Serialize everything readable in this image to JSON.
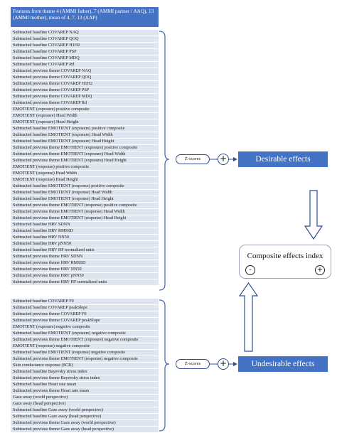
{
  "header": {
    "text": "Features from theme 4 (AMMI father), 7 (AMMI partner / AAQ), 13 (AMMI mother), mean of 4, 7, 13 (AAP)"
  },
  "desirable_features": [
    "Subtracted baseline COVAREP NAQ",
    "Subtracted baseline COVAREP QOQ",
    "Subtracted baseline COVAREP H1H2",
    "Subtracted baseline COVAREP PSP",
    "Subtracted baseline COVAREP MDQ",
    "Subtracted baseline COVAREP Rd",
    "Subtracted previous theme COVAREP NAQ",
    "Subtracted previous theme COVAREP QOQ",
    "Subtracted previous theme COVAREP H1H2",
    "Subtracted previous theme COVAREP PSP",
    "Subtracted previous theme COVAREP MDQ",
    "Subtracted previous theme COVAREP Rd",
    "EMOTIENT (exposure) positive composite",
    "EMOTIENT (exposure) Head Width",
    "EMOTIENT (exposure) Head Height",
    "Subtracted baseline EMOTIENT (exposure) positive composite",
    "Subtracted baseline EMOTIENT (exposure) Head Width",
    "Subtracted baseline EMOTIENT (exposure) Head Height",
    "Subtracted previous theme EMOTIENT (exposure) positive composite",
    "Subtracted previous theme EMOTIENT (exposure) Head Width",
    "Subtracted previous theme EMOTIENT (exposure) Head Height",
    "EMOTIENT (response) positive composite",
    "EMOTIENT (response) Head Width",
    "EMOTIENT (response) Head Height",
    "Subtracted baseline EMOTIENT (response) positive composite",
    "Subtracted baseline EMOTIENT (response) Head Width",
    "Subtracted baseline EMOTIENT (response) Head Height",
    "Subtracted previous theme EMOTIENT (response) positive composite",
    "Subtracted previous theme EMOTIENT (response) Head Width",
    "Subtracted previous theme EMOTIENT (response) Head Height",
    "Subtracted baseline HRV SDNN",
    "Subtracted baseline HRV RMSSD",
    "Subtracted baseline HRV NN50",
    "Subtracted baseline HRV pNN50",
    "Subtracted baseline HRV HF normalized units",
    "Subtracted previous theme HRV SDNN",
    "Subtracted previous theme HRV RMSSD",
    "Subtracted previous theme HRV NN50",
    "Subtracted previous theme HRV pNN50",
    "Subtracted previous theme HRV HF normalized units"
  ],
  "undesirable_features": [
    "Subtracted baseline COVAREP F0",
    "Subtracted baseline COVAREP peakSlope",
    "Subtracted previous theme COVAREP F0",
    "Subtracted previous theme COVAREP peakSlope",
    "EMOTIENT (exposure) negative composite",
    "Subtracted baseline EMOTIENT (exposure) negative composite",
    "Subtracted previous theme EMOTIENT (exposure) negative composite",
    "EMOTIENT (response) negative composite",
    "Subtracted baseline EMOTIENT (response) negative composite",
    "Subtracted previous theme EMOTIENT (response) negative composite",
    "Skin conductance response (SCR)",
    "Subtracted baseline Bayevsky stress index",
    "Subtracted previous theme Bayevsky stress index",
    "Subtracted baseline Heart rate mean",
    "Subtracted previous theme Heart rate mean",
    "Gaze away (world perspective)",
    "Gaze away (head perspective)",
    "Subtracted baseline Gaze away (world perspective)",
    "Subtracted baseline Gaze away (head perspective)",
    "Subtracted previous theme Gaze away (world perspective)",
    "Subtracted previous theme Gaze away (head perspective)"
  ],
  "zscores_label": "Z-scores",
  "plus_symbol": "+",
  "minus_symbol": "-",
  "desirable_label": "Desirable effects",
  "undesirable_label": "Undesirable effects",
  "composite_title": "Composite effects index",
  "colors": {
    "box_blue": "#4472c4",
    "list_bg": "#dfe5ef",
    "outline": "#2f4f8f"
  }
}
